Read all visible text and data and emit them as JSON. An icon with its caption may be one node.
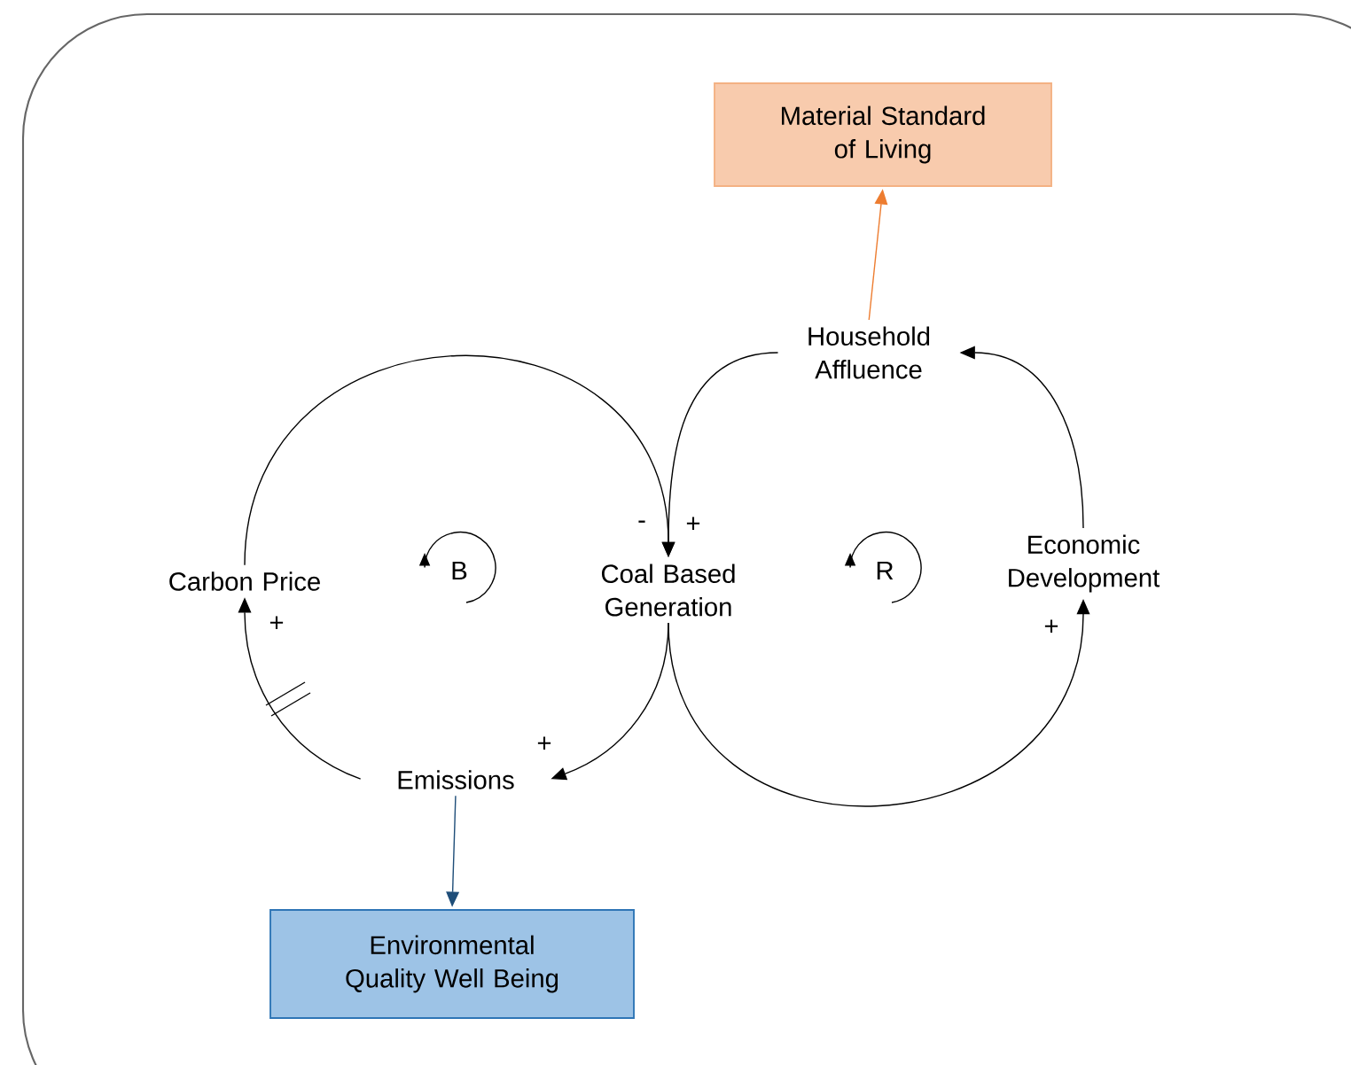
{
  "diagram": {
    "nodes": [
      {
        "text": [
          "Material Standard of Living"
        ]
      },
      {
        "text": [
          "Household Affluence"
        ]
      },
      {
        "text": [
          "Carbon Price"
        ]
      },
      {
        "text": [
          "Coal Based Generation"
        ]
      },
      {
        "text": [
          "Economic Development"
        ]
      },
      {
        "text": [
          "Emissions"
        ]
      },
      {
        "text": [
          "Environmental Quality Well Being"
        ]
      }
    ],
    "edges": [
      {
        "from": 1,
        "to": 0,
        "arrow": "to",
        "color": "#ed7d31"
      },
      {
        "from": 2,
        "to": 3,
        "arrow": "to",
        "label": "-"
      },
      {
        "from": 1,
        "to": 3,
        "arrow": "to",
        "label": "+"
      },
      {
        "from": 3,
        "to": 5,
        "arrow": "to",
        "label": "+"
      },
      {
        "from": 5,
        "to": 2,
        "arrow": "to",
        "label": "+"
      },
      {
        "from": 3,
        "to": 4,
        "arrow": "to",
        "label": "+"
      },
      {
        "from": 4,
        "to": 1,
        "arrow": "to"
      },
      {
        "from": 5,
        "to": 6,
        "arrow": "to",
        "color": "#1f4e79"
      }
    ],
    "labels": [
      "B",
      "R"
    ]
  }
}
